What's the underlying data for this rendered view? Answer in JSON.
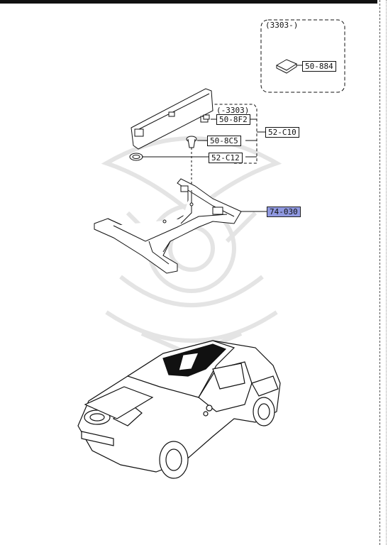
{
  "callouts": {
    "insert_range": "(3303-)",
    "part_50_884": "50-884",
    "upper_range": "(-3303)",
    "part_50_8f2": "50-8F2",
    "part_50_8c5": "50-8C5",
    "part_52_c12": "52-C12",
    "part_52_c10": "52-C10",
    "part_74_030": "74-030"
  },
  "colors": {
    "line": "#111111",
    "highlight": "#8f98e0",
    "watermark": "#e6e6e6"
  }
}
